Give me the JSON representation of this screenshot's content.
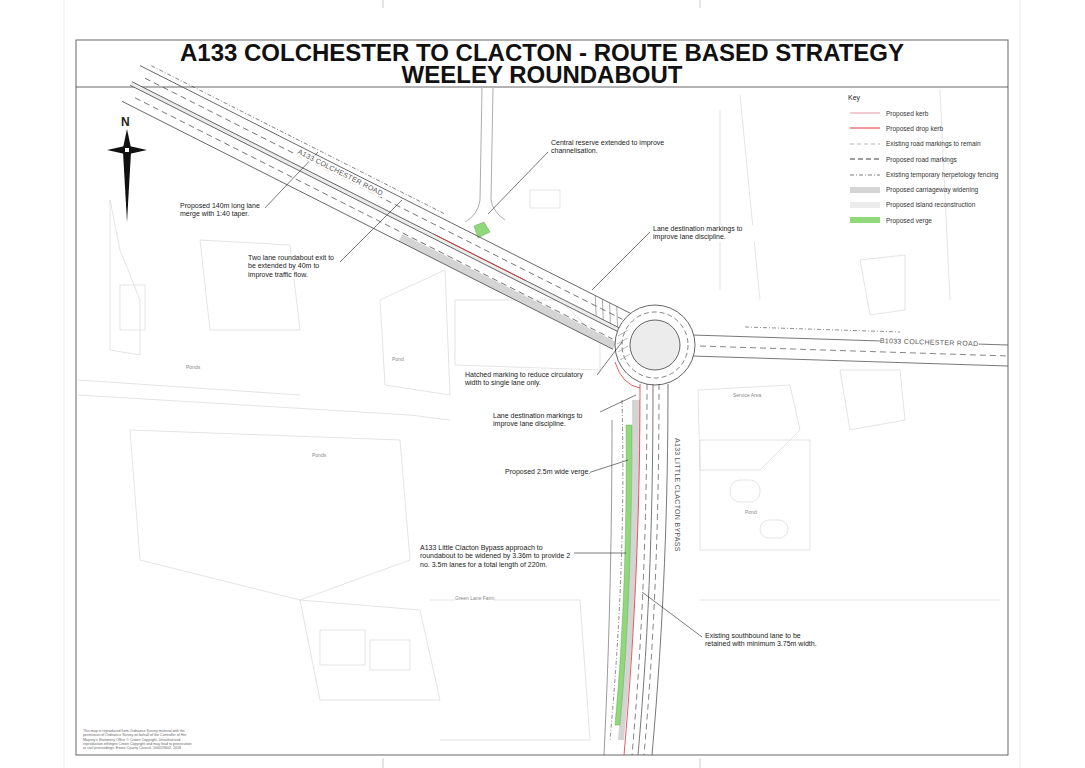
{
  "diagram": {
    "title": "A133 COLCHESTER TO CLACTON - ROUTE BASED STRATEGY WEELEY ROUNDABOUT",
    "labels": [
      "N",
      "A133 COLCHESTER ROAD",
      "Central reserve extended to improve channelisation.",
      "Proposed 140m long lane merge with 1:40 taper.",
      "Two lane roundabout exit to be extended by 40m to improve traffic flow.",
      "Lane destination markings to improve lane discipline.",
      "B1033 COLCHESTER ROAD",
      "Hatched marking to reduce circulatory width to single lane only.",
      "Lane destination markings to improve lane discipline.",
      "Proposed 2.5m wide verge.",
      "A133 LITTLE CLACTON BYPASS",
      "A133 Little Clacton Bypass approach to roundabout to be widened by 3.36m to provide 2 no. 3.5m lanes for a total length of 220m.",
      "Existing southbound lane to be retained with minimum 3.75m width.",
      "Key",
      "Ponds",
      "Pond",
      "Ponds",
      "Green Lane Farm",
      "Service Area",
      "Pond",
      "This map is reproduced from Ordnance Survey material with the permission of Ordnance Survey on behalf of the Controller of Her Majesty's Stationery Office © Crown Copyright. Unauthorised reproduction infringes Crown Copyright and may lead to prosecution or civil proceedings. Essex County Council. 100019602. 2018"
    ],
    "legend": [
      {
        "text": "Proposed kerb"
      },
      {
        "text": "Proposed drop kerb"
      },
      {
        "text": "Existing road markings to remain"
      },
      {
        "text": "Proposed road markings"
      },
      {
        "text": "Existing temporary herpetology fencing"
      },
      {
        "text": "Proposed carriageway widening",
        "color": "#d4d4d4"
      },
      {
        "text": "Proposed island reconstruction",
        "color": "#ececec"
      },
      {
        "text": "Proposed verge",
        "color": "#8fd97a"
      }
    ]
  }
}
